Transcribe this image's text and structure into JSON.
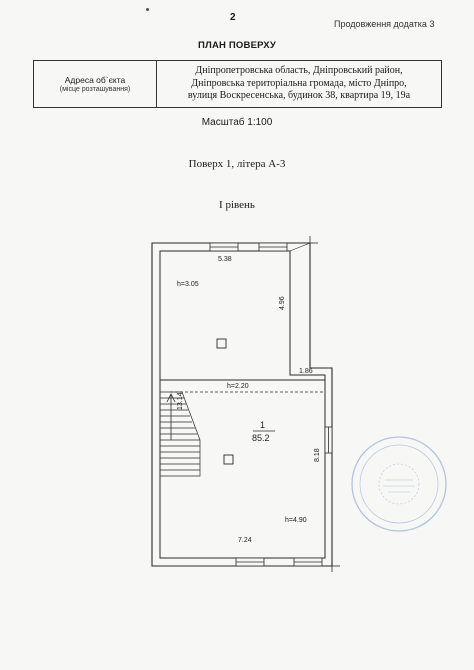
{
  "header": {
    "page_number": "2",
    "continuation": "Продовження додатка 3",
    "title": "ПЛАН ПОВЕРХУ"
  },
  "address": {
    "label": "Адреса об`єкта",
    "label_note": "(місце розташування)",
    "lines": [
      "Дніпропетровська область, Дніпровський район,",
      "Дніпровська територіальна громада, місто Дніпро,",
      "вулиця Воскресенська, будинок 38, квартира 19, 19а"
    ]
  },
  "scale": "Масштаб 1:100",
  "floor_label": "Поверх 1, літера А-3",
  "level_label": "І рівень",
  "plan": {
    "dimensions": {
      "top_width": "5.38",
      "right_upper": "4.96",
      "step_width": "1.86",
      "stair_length": "13.14",
      "right_lower": "8.18",
      "bottom_width": "7.24"
    },
    "heights": {
      "upper": "h=3.05",
      "mezzanine": "h=2.20",
      "lower": "h=4.90"
    },
    "room": {
      "number": "1",
      "area": "85.2"
    }
  },
  "colors": {
    "wall": "#2a2a2a",
    "stamp": "#7f9bc4",
    "paper": "#f7f7f5"
  }
}
